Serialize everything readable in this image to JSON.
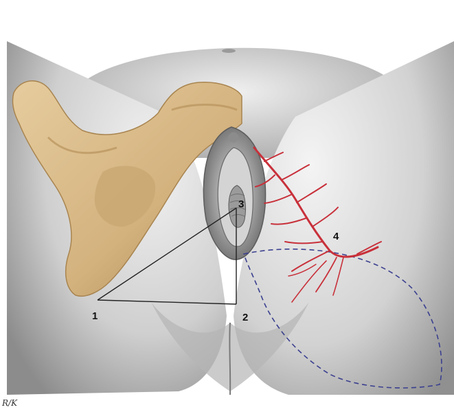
{
  "labels": {
    "one": "1",
    "two": "2",
    "three": "3",
    "four": "4"
  },
  "signature": "R/K",
  "colors": {
    "skin_light": "#eeeeee",
    "skin_mid": "#c4c4c4",
    "skin_dark": "#8a8a8a",
    "bone": "#d6b78a",
    "bone_shadow": "#b08c58",
    "artery": "#c8303a",
    "dashed_outline": "#3a3f8f",
    "pointer_line": "#222222"
  },
  "icons": [
    "pelvic-bone-shape",
    "artery-branches",
    "perineal-triangle-lines",
    "flap-outline-dashed"
  ]
}
